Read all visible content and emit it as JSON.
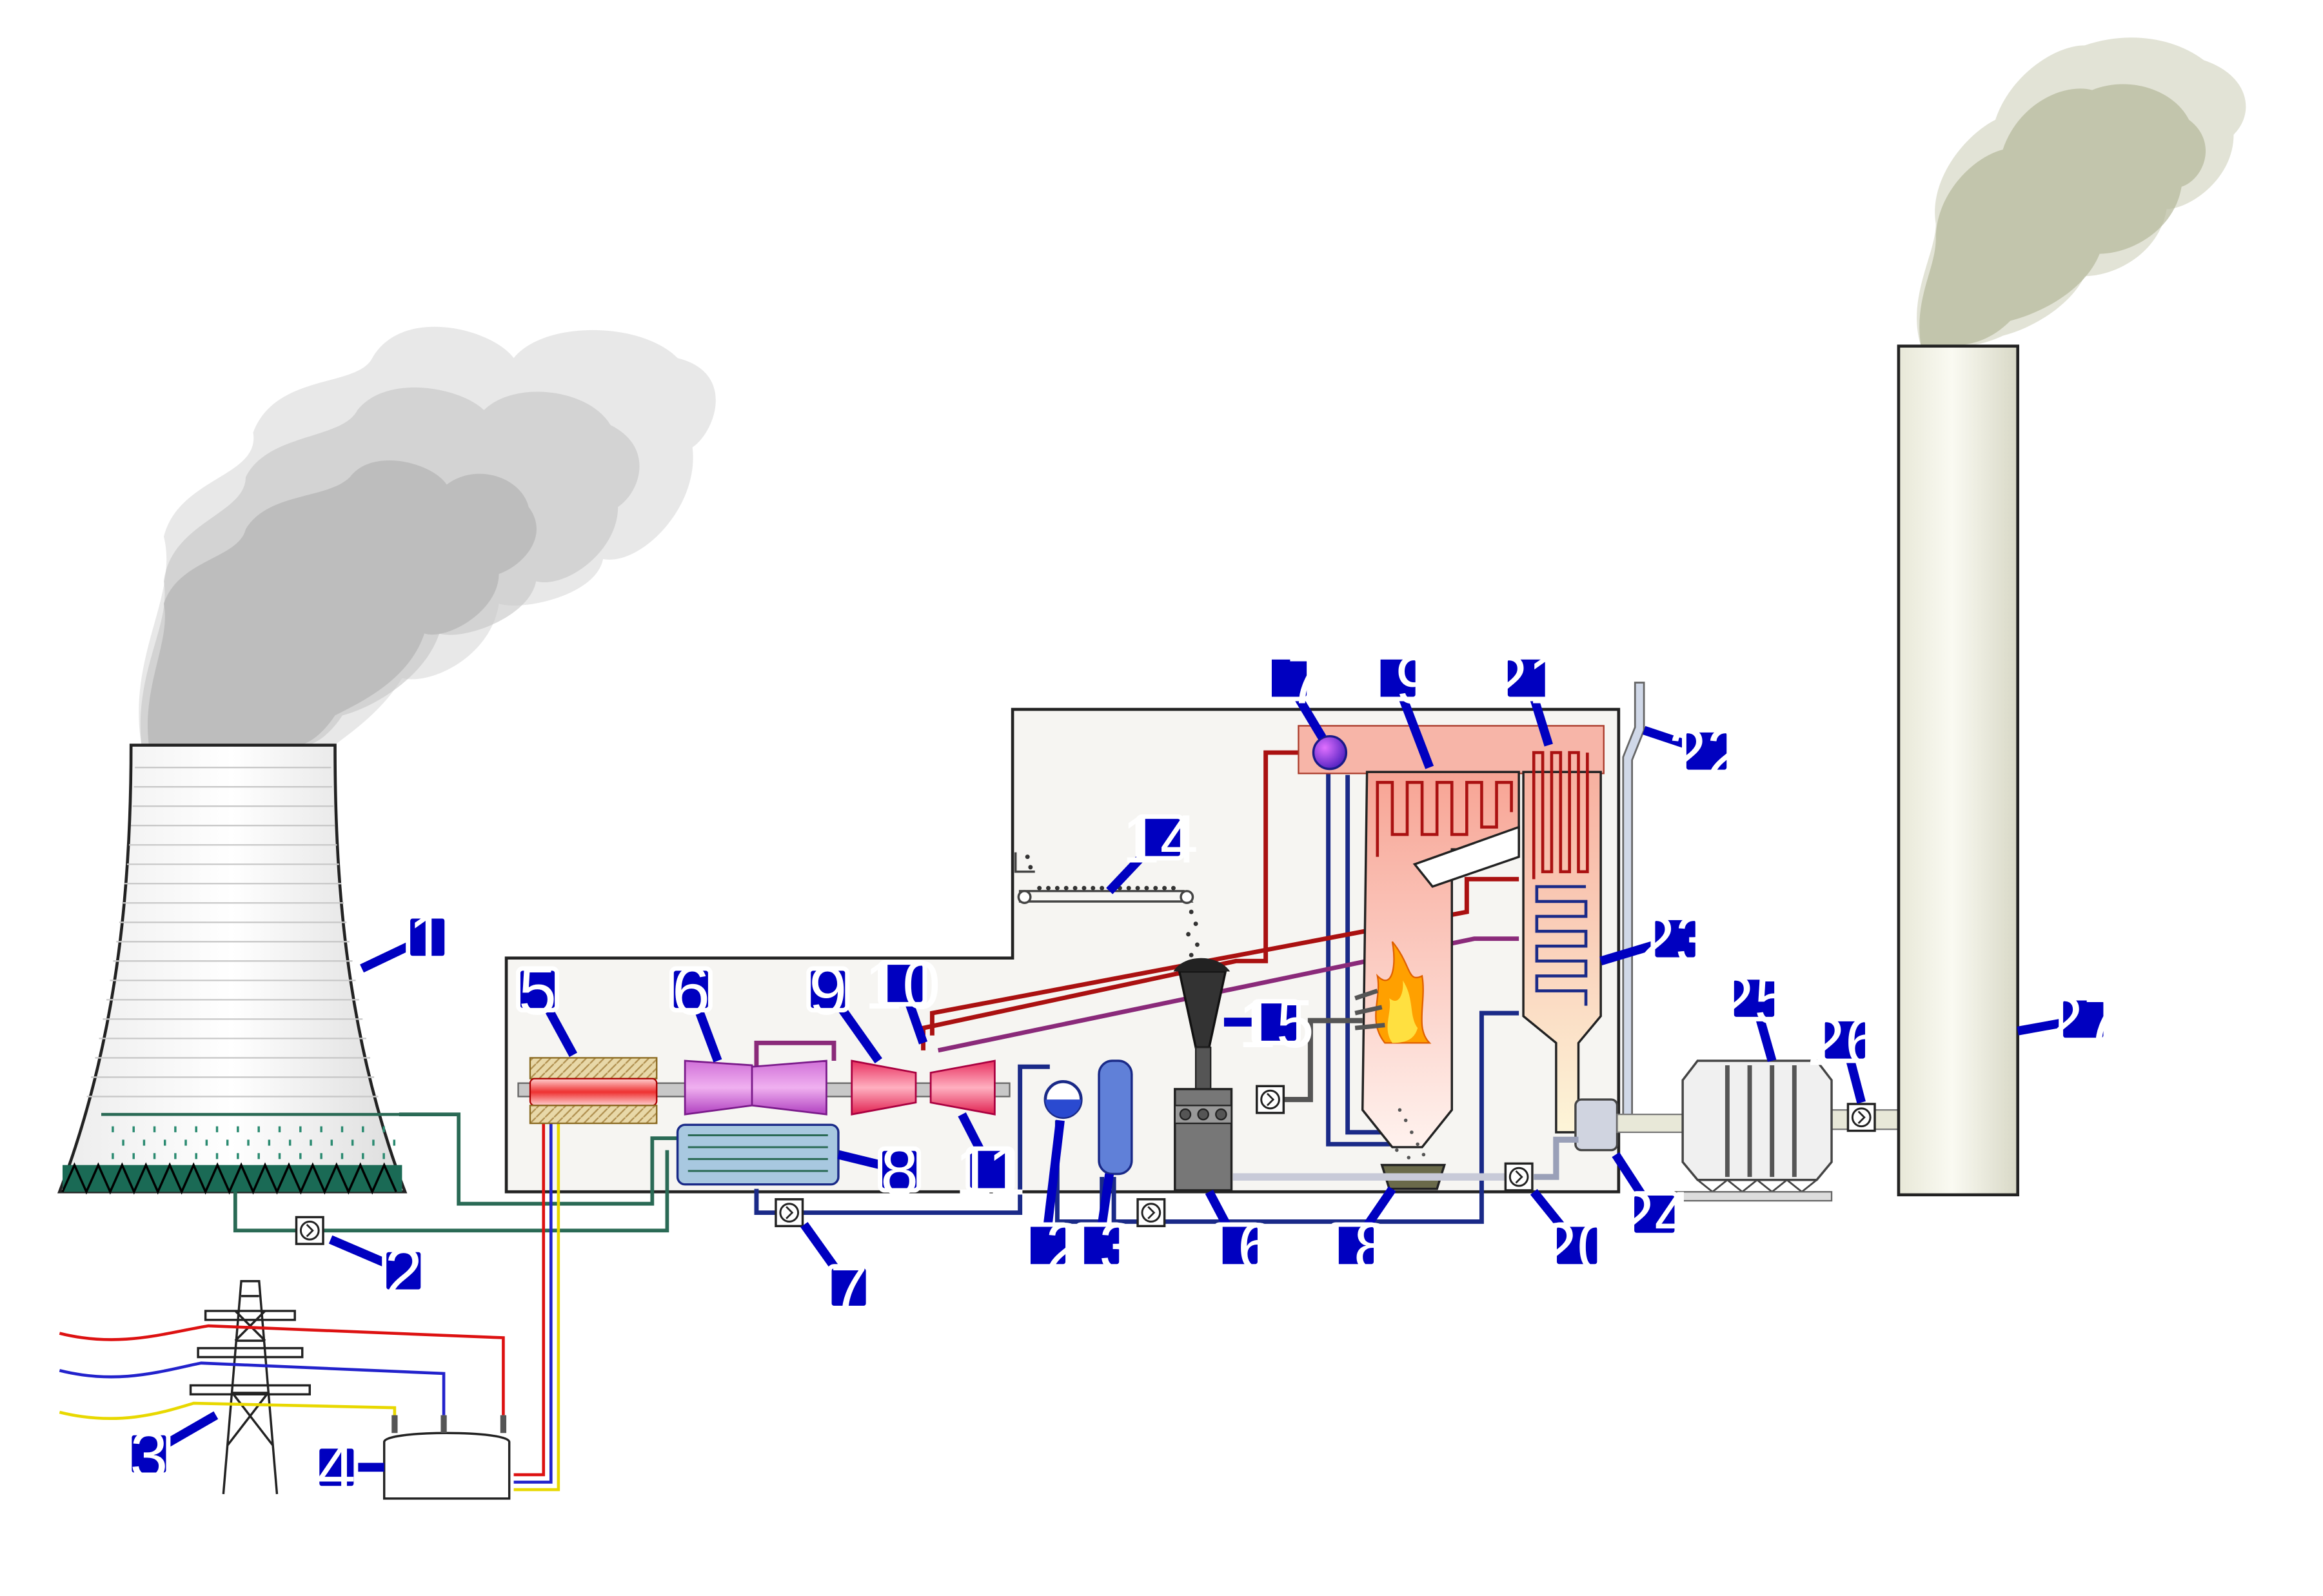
{
  "labels": [
    {
      "n": "1",
      "id": "cooling-tower"
    },
    {
      "n": "2",
      "id": "cooling-water-pump"
    },
    {
      "n": "3",
      "id": "transmission-line"
    },
    {
      "n": "4",
      "id": "step-up-transformer"
    },
    {
      "n": "5",
      "id": "electrical-generator"
    },
    {
      "n": "6",
      "id": "low-pressure-steam-turbine"
    },
    {
      "n": "7",
      "id": "condensate-pump"
    },
    {
      "n": "8",
      "id": "surface-condenser"
    },
    {
      "n": "9",
      "id": "intermediate-pressure-steam-turbine"
    },
    {
      "n": "10",
      "id": "steam-control-valve"
    },
    {
      "n": "11",
      "id": "high-pressure-steam-turbine"
    },
    {
      "n": "12",
      "id": "deaerator"
    },
    {
      "n": "13",
      "id": "feedwater-heater"
    },
    {
      "n": "14",
      "id": "coal-conveyor"
    },
    {
      "n": "15",
      "id": "coal-hopper"
    },
    {
      "n": "16",
      "id": "coal-pulverizer"
    },
    {
      "n": "17",
      "id": "boiler-steam-drum"
    },
    {
      "n": "18",
      "id": "bottom-ash-hopper"
    },
    {
      "n": "19",
      "id": "superheater"
    },
    {
      "n": "20",
      "id": "forced-draught-fan"
    },
    {
      "n": "21",
      "id": "reheater"
    },
    {
      "n": "22",
      "id": "combustion-air-intake"
    },
    {
      "n": "23",
      "id": "economiser"
    },
    {
      "n": "24",
      "id": "air-preheater"
    },
    {
      "n": "25",
      "id": "precipitator"
    },
    {
      "n": "26",
      "id": "induced-draught-fan"
    },
    {
      "n": "27",
      "id": "flue-gas-stack"
    }
  ],
  "colors": {
    "label_fill": "#0000c0",
    "label_text": "#ffffff",
    "building_fill": "#f6f5f2",
    "steam_red": "#aa1111",
    "water_blue": "#1a2a88",
    "cooling_green": "#2a6a55",
    "reheat_purple": "#8a2a7a",
    "phase_red": "#dd1111",
    "phase_blue": "#2222cc",
    "phase_yellow": "#e8d800",
    "boiler_pink": "#f7b5a8",
    "stack_fill": "#eeeee2",
    "smoke_grey": "#c8c8c8",
    "smoke_olive": "#b9bba0"
  },
  "icons": [
    "pump-icon",
    "flame-icon",
    "smoke-icon",
    "pylon-icon"
  ]
}
